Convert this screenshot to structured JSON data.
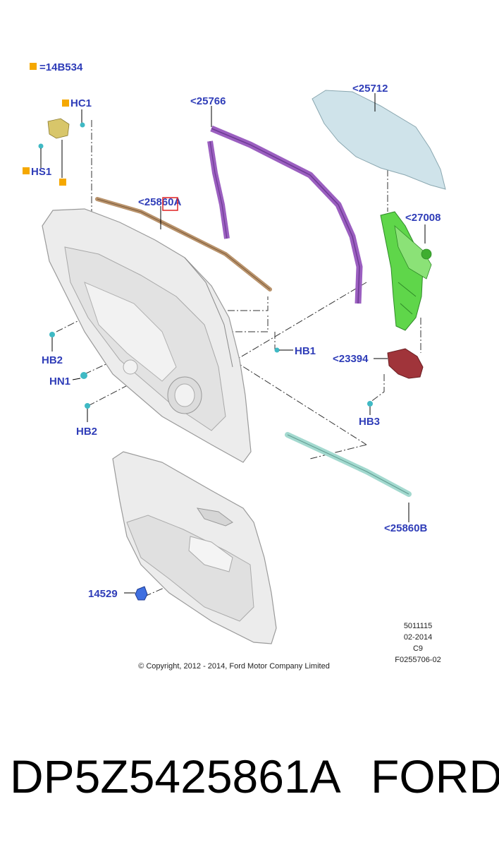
{
  "legend": {
    "swatch_color": "#f5a800",
    "text": "=14B534"
  },
  "callouts": {
    "hc1": "HC1",
    "hs1": "HS1",
    "p25766": "<25766",
    "p25712": "<25712",
    "p25860A": "<25860A",
    "p27008": "<27008",
    "hb1": "HB1",
    "p23394": "<23394",
    "hb2_upper": "HB2",
    "hn1": "HN1",
    "hb2_lower": "HB2",
    "hb3": "HB3",
    "p25860B": "<25860B",
    "p14529": "14529"
  },
  "drawing_meta": {
    "line1": "5011115",
    "line2": "02-2014",
    "line3": "C9",
    "line4": "F0255706-02"
  },
  "copyright": "© Copyright, 2012 - 2014, Ford Motor Company Limited",
  "caption": {
    "part_number": "DP5Z5425861A",
    "brand": "FORD"
  },
  "colors": {
    "callout_text": "#2f3db8",
    "frame_purple": "#9b5fc0",
    "glass_blue": "#cfe3ea",
    "regulator_green": "#5fd64a",
    "motor_red": "#a0343a",
    "weatherstrip_tan": "#b9936c",
    "beltline_teal": "#a3d9cf",
    "clip_blue": "#3f6fe0",
    "fastener_cyan": "#3fb9c4",
    "highlight_red": "#e02020"
  }
}
